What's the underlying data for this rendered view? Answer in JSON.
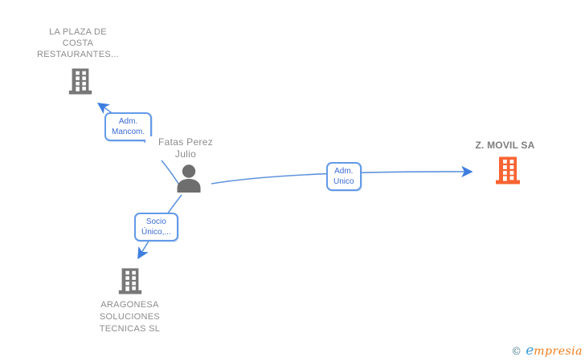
{
  "nodes": {
    "plaza": {
      "label": "LA PLAZA DE\nCOSTA\nRESTAURANTES...",
      "icon": "building-icon",
      "icon_color": "#787878"
    },
    "person": {
      "label": "Fatas Perez\nJulio",
      "icon": "person-icon",
      "icon_color": "#6e6e6e"
    },
    "zmovil": {
      "label": "Z.  MOVIL SA",
      "icon": "building-icon",
      "icon_color": "#f96332"
    },
    "aragonesa": {
      "label": "ARAGONESA\nSOLUCIONES\nTECNICAS SL",
      "icon": "building-icon",
      "icon_color": "#787878"
    }
  },
  "edges": {
    "adm_mancom": {
      "label": "Adm.\nMancom.",
      "from": "person",
      "to": "plaza"
    },
    "adm_unico": {
      "label": "Adm.\nUnico",
      "from": "person",
      "to": "zmovil"
    },
    "socio_unico": {
      "label": "Socio\nÚnico,...",
      "from": "person",
      "to": "aragonesa"
    }
  },
  "footer": {
    "copyright_symbol": "©",
    "brand_first_letter": "e",
    "brand_rest": "mpresia"
  },
  "colors": {
    "line_blue": "#5f93dc",
    "arrow_blue": "#3f7ee0",
    "box_border": "#639ae8",
    "box_text": "#3a6bd4",
    "label_gray": "#8c8c8c",
    "building_gray": "#787878",
    "building_orange": "#f96332",
    "logo_teal": "#4d7f90",
    "logo_blue": "#3f9ad2",
    "logo_orange": "#ee7e1b"
  }
}
